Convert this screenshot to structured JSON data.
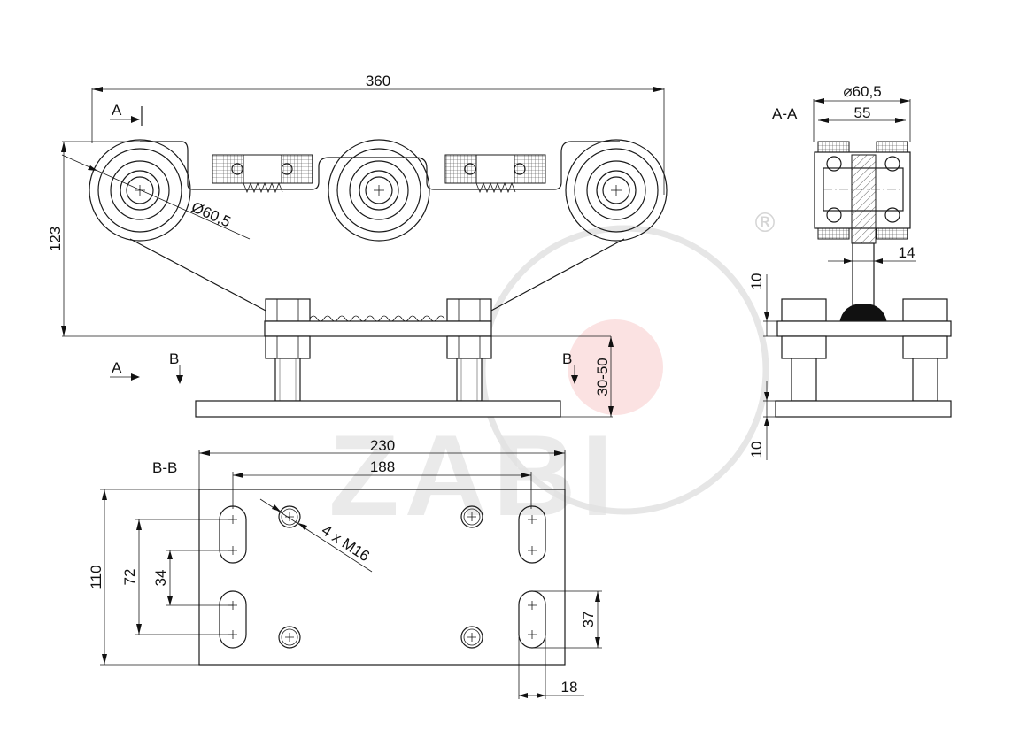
{
  "dimensions": {
    "overall_length": "360",
    "wheel_diameter_front": "Ø60,5",
    "height": "123",
    "adjust_range": "30-50",
    "section_wheel_diameter": "⌀60,5",
    "section_width": "55",
    "stem_width": "14",
    "plate_thickness_top": "10",
    "plate_thickness_bottom": "10",
    "plate_length": "230",
    "hole_spacing": "188",
    "holes_note": "4 x M16",
    "plate_width": "110",
    "slot_outer_spacing": "72",
    "slot_inner_spacing": "34",
    "slot_length": "37",
    "slot_width": "18"
  },
  "section_labels": {
    "a_top": "A",
    "a_bottom": "A",
    "b_left": "B",
    "b_right": "B",
    "aa_title": "A-A",
    "bb_title": "B-B"
  },
  "watermark": {
    "text": "ZABI",
    "registered": "®",
    "accent_color": "#f4c3c3"
  }
}
